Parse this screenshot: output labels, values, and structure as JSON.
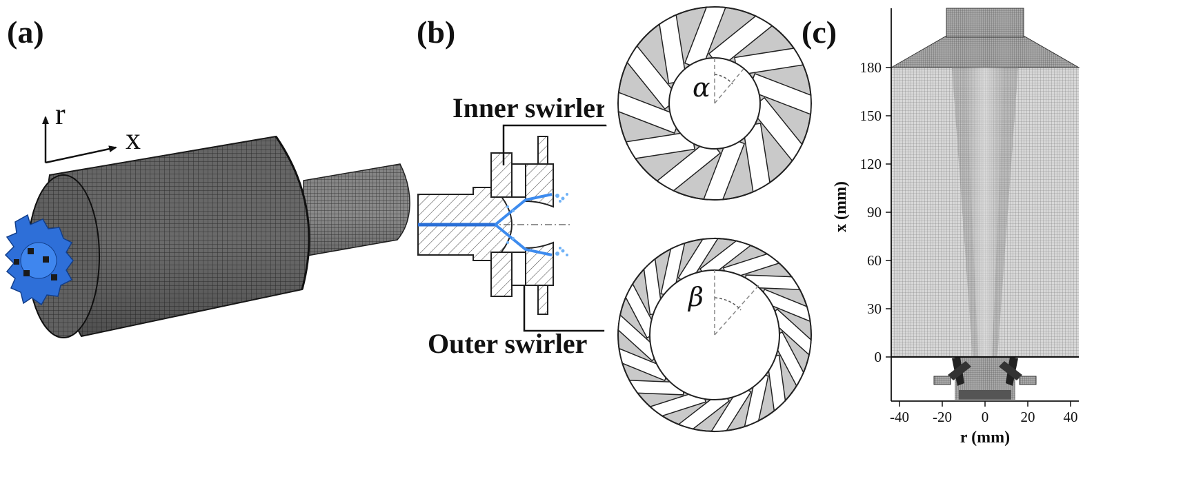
{
  "panels": {
    "a": {
      "label": "(a)",
      "axis_r": "r",
      "axis_x": "x"
    },
    "b": {
      "label": "(b)",
      "inner_label": "Inner swirler",
      "outer_label": "Outer swirler",
      "inner_angle": "α",
      "outer_angle": "β"
    },
    "c": {
      "label": "(c)",
      "xlabel": "r (mm)",
      "ylabel": "x (mm)",
      "x_ticks": [
        "-40",
        "-20",
        "0",
        "20",
        "40"
      ],
      "y_ticks": [
        "0",
        "30",
        "60",
        "90",
        "120",
        "150",
        "180"
      ]
    }
  },
  "colors": {
    "mesh": "#4a4a4a",
    "swirler_fill": "#c9c9c9",
    "fuel_blue": "#2a6fd6",
    "injector_blue": "#3d7fe0"
  }
}
